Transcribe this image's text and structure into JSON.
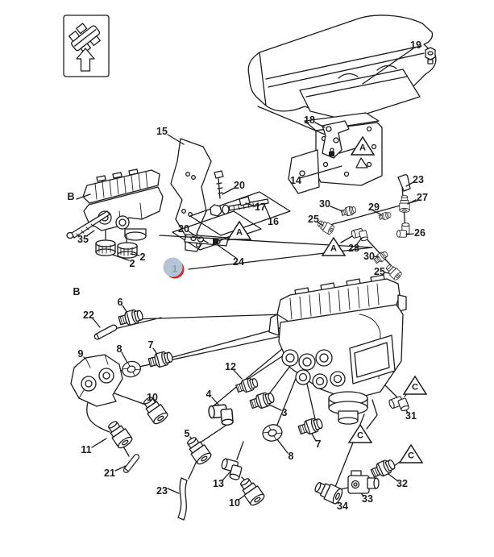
{
  "diagram": {
    "type": "exploded-parts-assembly-diagram",
    "background": "#ffffff",
    "line_color": "#1c1c1c",
    "orientation_inset": {
      "icon": "orientation-up-arrow"
    },
    "selected_callout": {
      "text": "1",
      "ring_color": "#e0251c",
      "fill_color": "#b5c3d7",
      "text_color": "#8a96ab"
    },
    "callouts": [
      {
        "text": "19"
      },
      {
        "text": "15"
      },
      {
        "text": "18"
      },
      {
        "text": "14"
      },
      {
        "text": "20"
      },
      {
        "text": "17"
      },
      {
        "text": "16"
      },
      {
        "text": "B"
      },
      {
        "text": "35"
      },
      {
        "text": "20"
      },
      {
        "text": "24"
      },
      {
        "text": "2"
      },
      {
        "text": "2"
      },
      {
        "text": "23"
      },
      {
        "text": "27"
      },
      {
        "text": "29"
      },
      {
        "text": "30"
      },
      {
        "text": "25"
      },
      {
        "text": "26"
      },
      {
        "text": "28"
      },
      {
        "text": "30"
      },
      {
        "text": "25"
      },
      {
        "text": "B"
      },
      {
        "text": "22"
      },
      {
        "text": "6"
      },
      {
        "text": "9"
      },
      {
        "text": "8"
      },
      {
        "text": "7"
      },
      {
        "text": "12"
      },
      {
        "text": "4"
      },
      {
        "text": "3"
      },
      {
        "text": "5"
      },
      {
        "text": "10"
      },
      {
        "text": "11"
      },
      {
        "text": "21"
      },
      {
        "text": "23"
      },
      {
        "text": "13"
      },
      {
        "text": "10"
      },
      {
        "text": "34"
      },
      {
        "text": "33"
      },
      {
        "text": "32"
      },
      {
        "text": "31"
      },
      {
        "text": "7"
      },
      {
        "text": "8"
      }
    ],
    "markers": [
      {
        "text": "A"
      },
      {
        "text": "A"
      },
      {
        "text": "A"
      },
      {
        "text": "C"
      },
      {
        "text": "C"
      },
      {
        "text": "C"
      }
    ]
  }
}
